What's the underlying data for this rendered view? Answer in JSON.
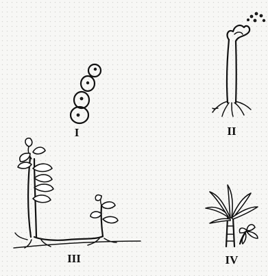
{
  "figures": [
    {
      "label": "I",
      "icon": "budding-yeast-cells-icon"
    },
    {
      "label": "II",
      "icon": "fungus-sporangium-icon"
    },
    {
      "label": "III",
      "icon": "strawberry-runner-plant-icon"
    },
    {
      "label": "IV",
      "icon": "palm-with-sucker-icon"
    }
  ]
}
